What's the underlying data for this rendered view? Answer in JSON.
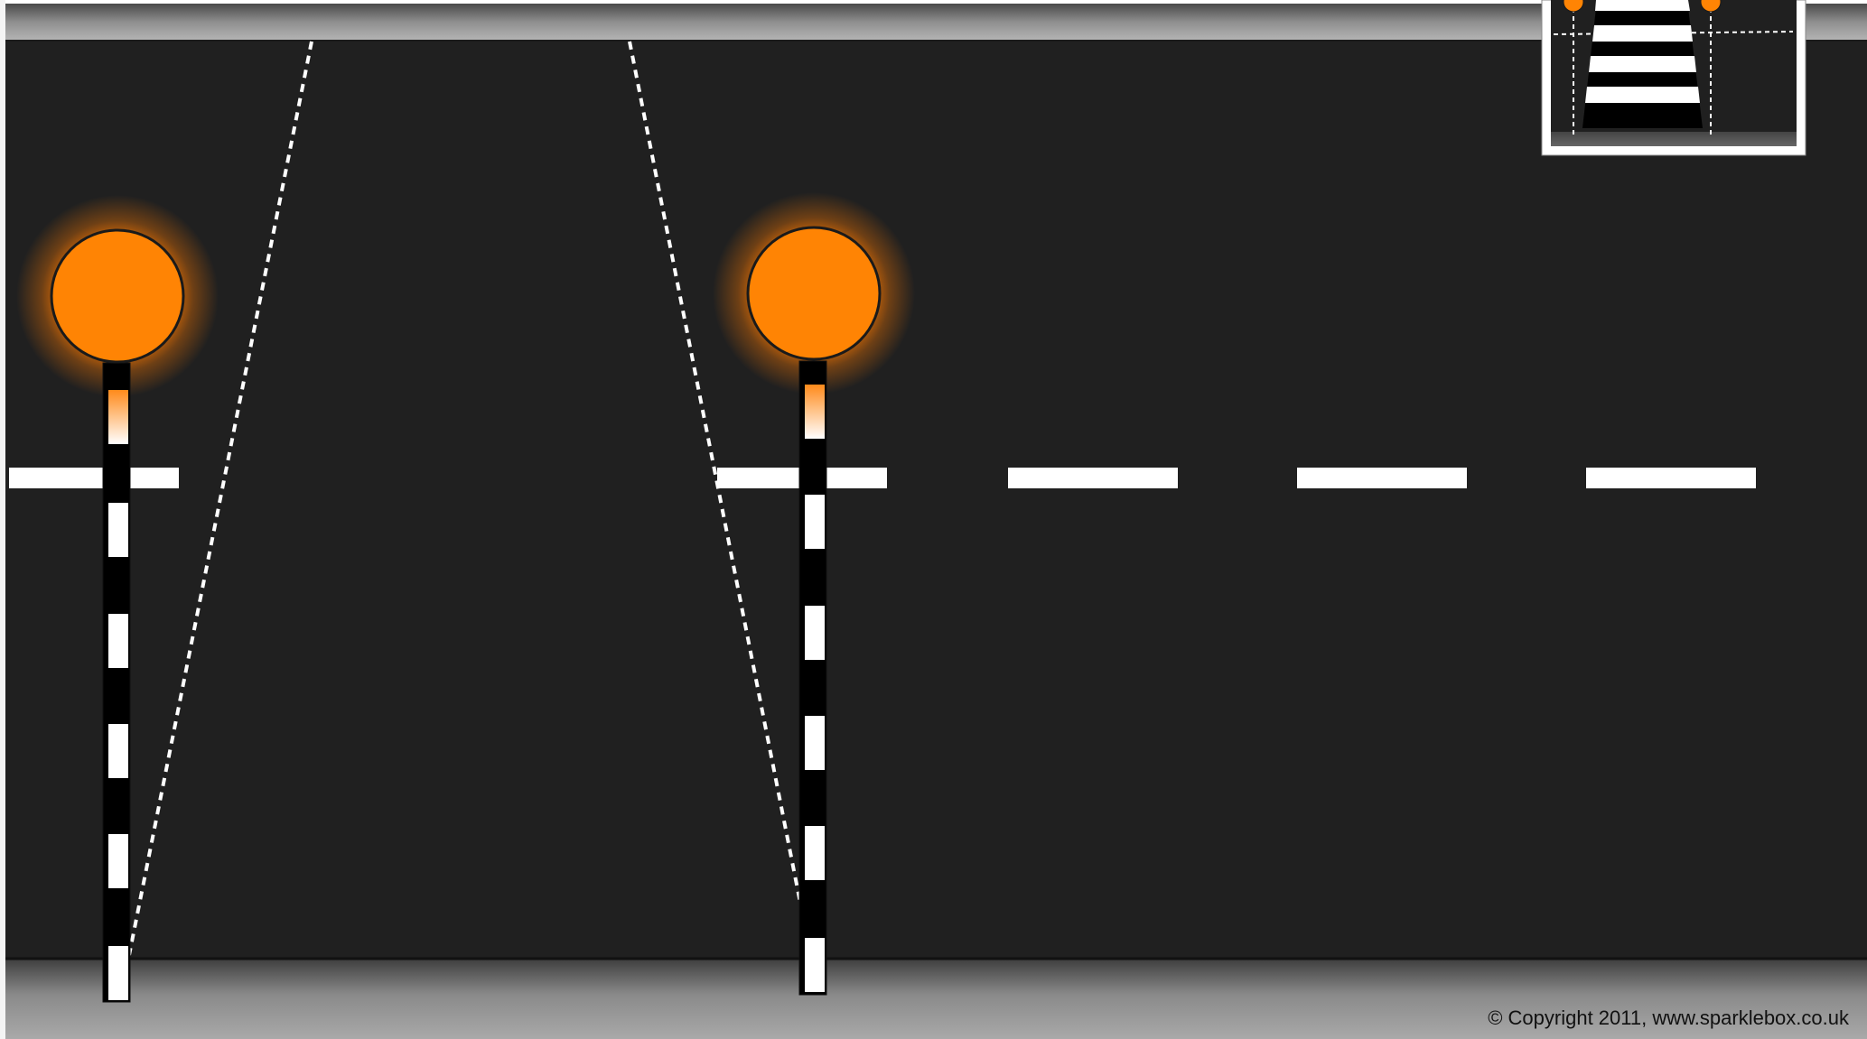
{
  "scene": {
    "road_color": "#202020",
    "pavement_color": "#8a8a8a",
    "kerb_color": "#111111",
    "marking_color": "#ffffff",
    "beacon_color": "#ff8404",
    "beacon_glow_color": "#ff7a00",
    "pole_colors": [
      "#000000",
      "#ffffff"
    ]
  },
  "beacons": [
    {
      "id": "left",
      "light": "belisha-beacon-light-left-icon",
      "pole": "beacon-pole-left"
    },
    {
      "id": "right",
      "light": "belisha-beacon-light-right-icon",
      "pole": "beacon-pole-right"
    }
  ],
  "thumbnail": {
    "icon": "zebra-crossing-preview-icon"
  },
  "footer": {
    "copyright": "© Copyright 2011, www.sparklebox.co.uk"
  }
}
